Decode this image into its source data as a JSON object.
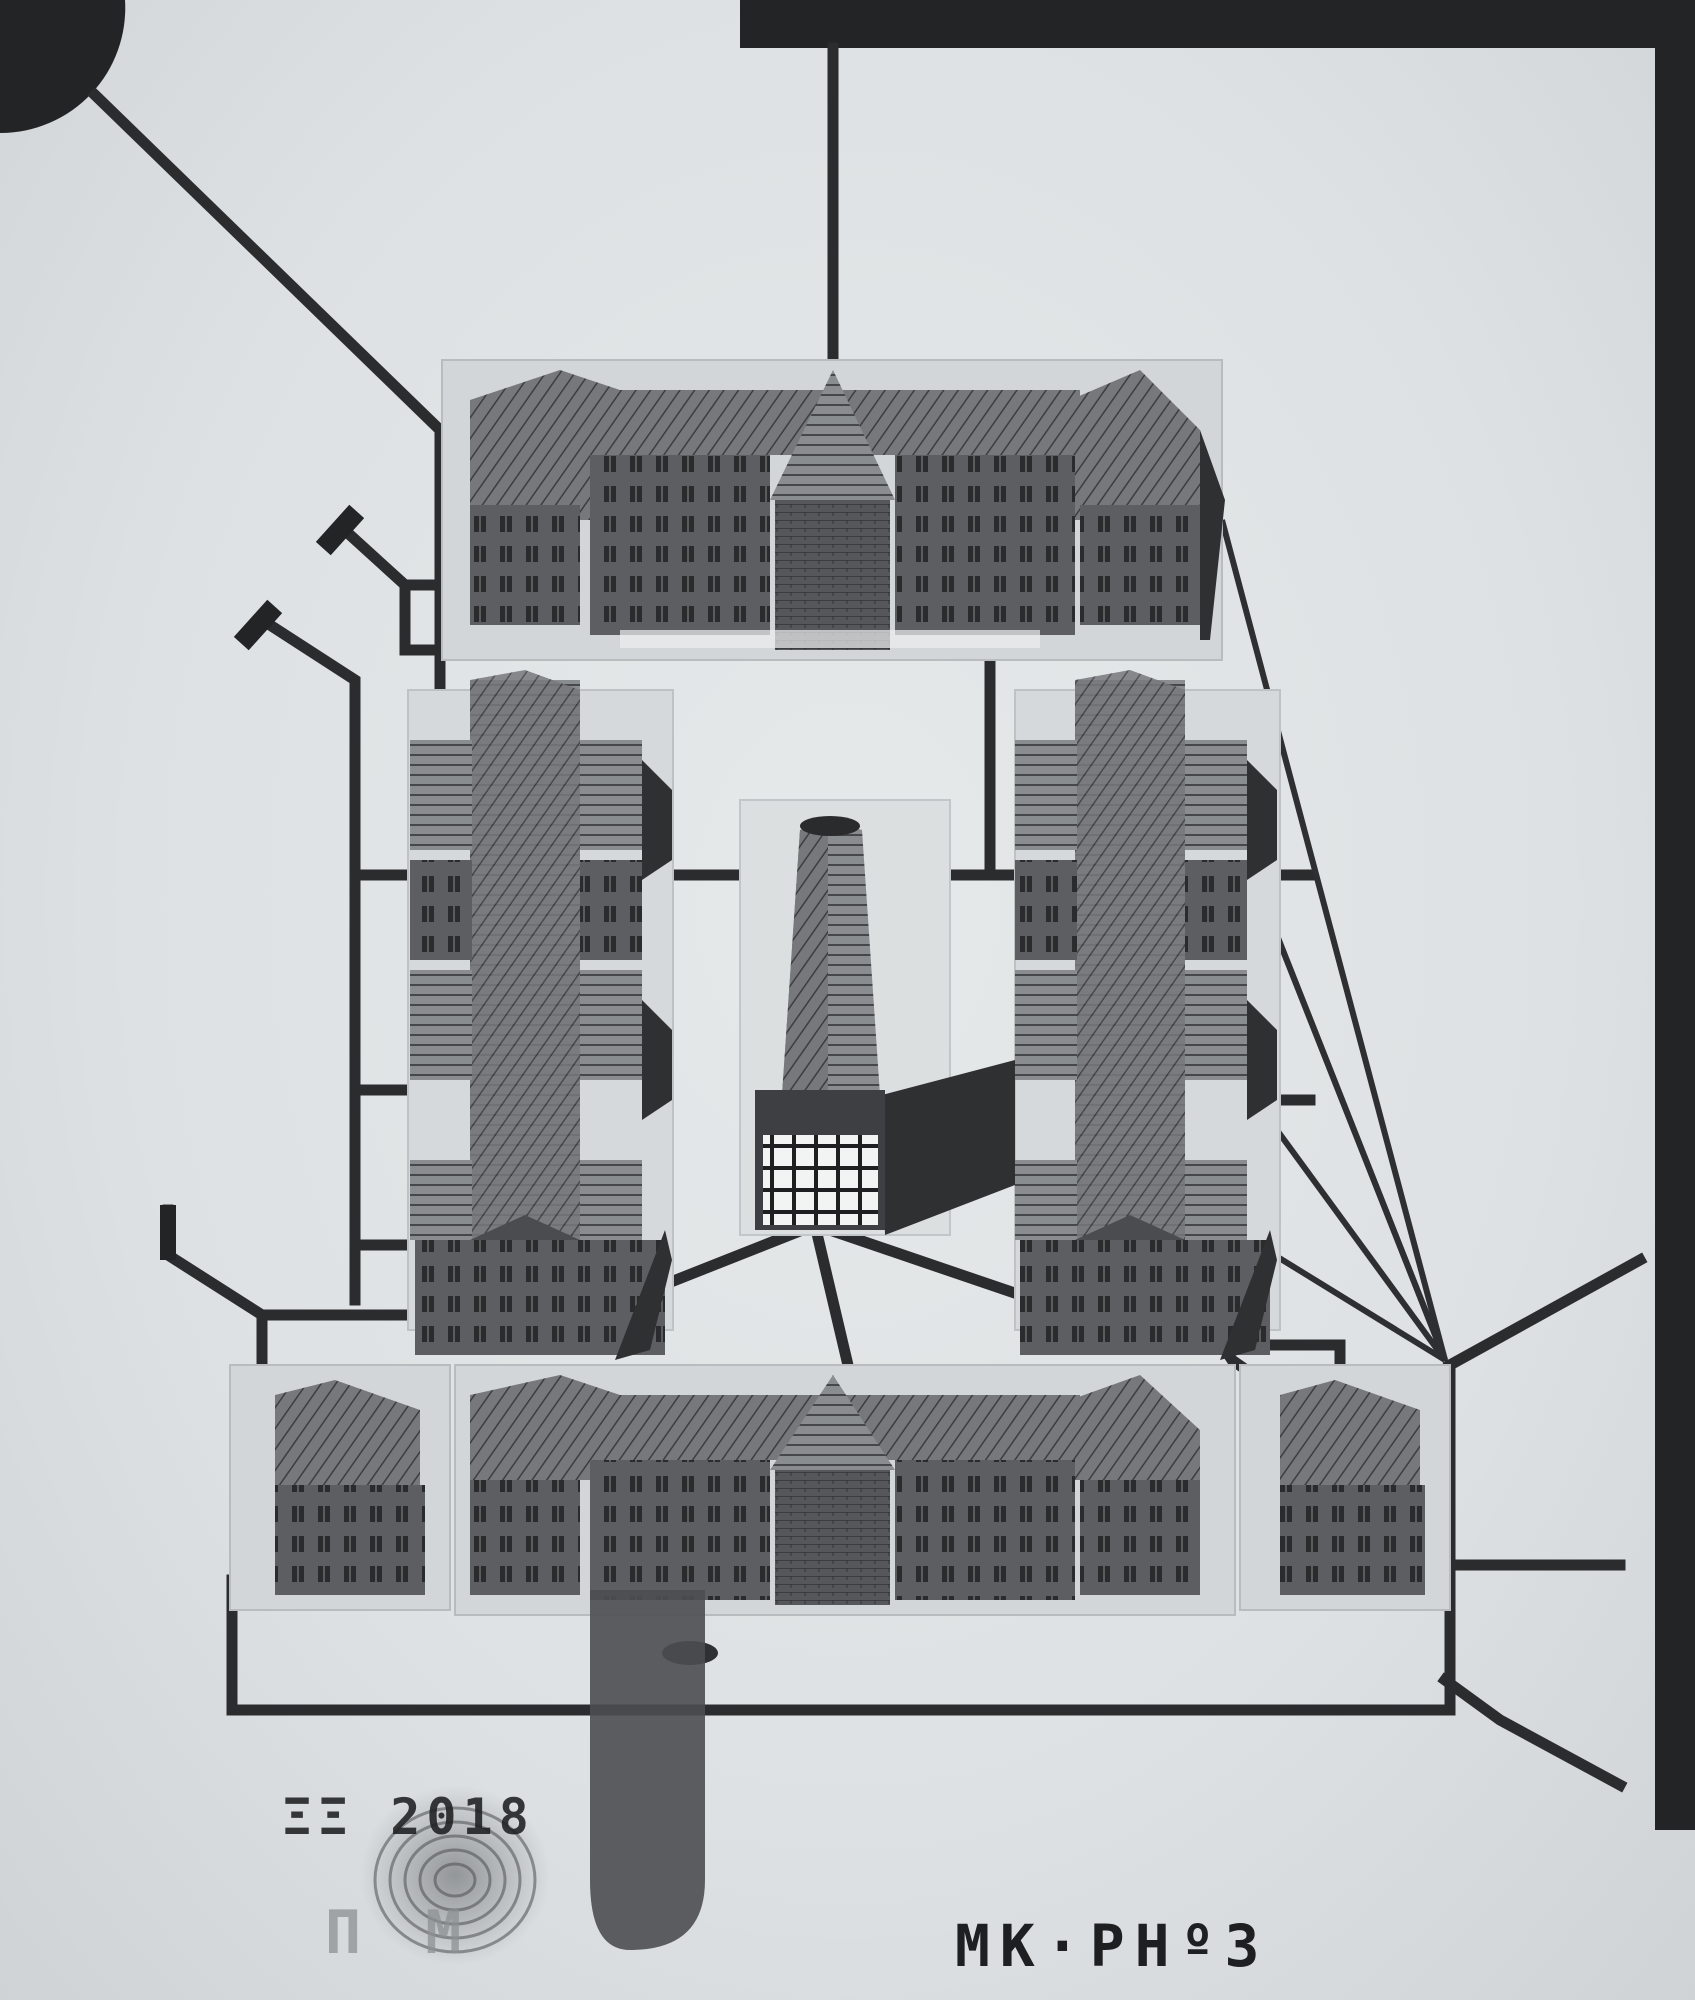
{
  "artwork": {
    "stamp_date": "ΞΞ 2018",
    "stamp_name": "П     М",
    "stamp_code": "МК·РНº3"
  },
  "colors": {
    "paper": "#e1e4e6",
    "ink": "#2b2c2e",
    "building_dark": "#3a3b3d",
    "building_mid": "#6e7073",
    "building_light": "#a4a7aa"
  },
  "icons": {
    "letter_u": "stencil-letter-u",
    "fingerprint": "fingerprint-mark",
    "corner_disc": "quarter-circle"
  }
}
